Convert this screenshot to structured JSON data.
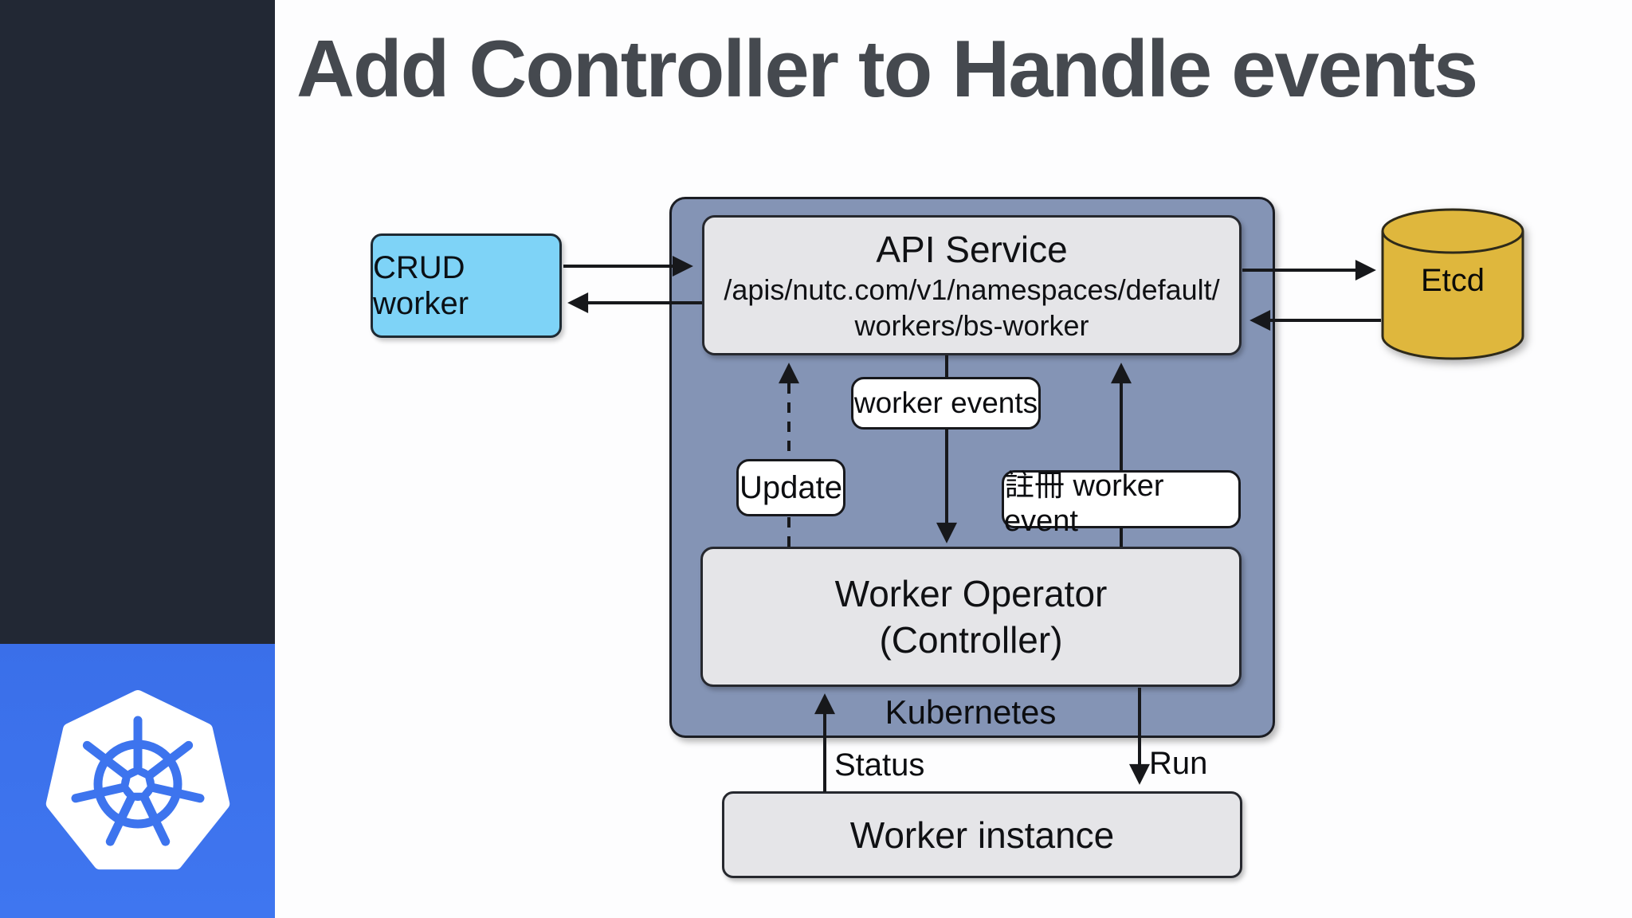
{
  "slide": {
    "title": "Add Controller to Handle events"
  },
  "sidebar": {
    "logo_icon": "kubernetes-logo",
    "dark_color": "#222834",
    "blue_color": "#3d74ee"
  },
  "diagram": {
    "crud_worker_label": "CRUD worker",
    "api_service": {
      "title": "API Service",
      "path_line1": "/apis/nutc.com/v1/namespaces/default/",
      "path_line2": "workers/bs-worker"
    },
    "etcd_label": "Etcd",
    "kubernetes_container_label": "Kubernetes",
    "worker_operator": {
      "line1": "Worker Operator",
      "line2": "(Controller)"
    },
    "worker_instance_label": "Worker instance",
    "edge_labels": {
      "worker_events": "worker events",
      "update": "Update",
      "register_worker_event": "註冊 worker event",
      "status": "Status",
      "run": "Run"
    },
    "colors": {
      "container_fill": "#8494b5",
      "box_fill": "#e5e5e8",
      "crud_fill": "#7ed3f7",
      "etcd_fill": "#dfb73d",
      "arrow": "#17181b",
      "title_text": "#45494f"
    }
  }
}
